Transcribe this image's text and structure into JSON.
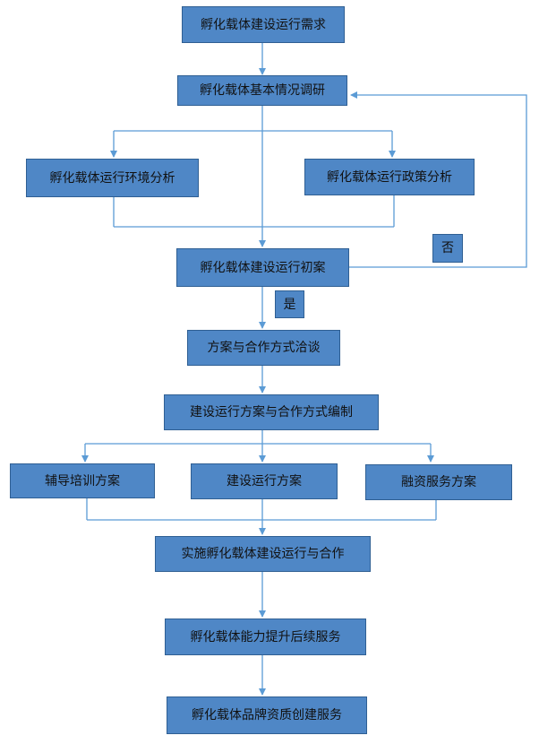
{
  "diagram": {
    "nodes": {
      "requirements": "孵化载体建设运行需求",
      "survey": "孵化载体基本情况调研",
      "env_analysis": "孵化载体运行环境分析",
      "policy_analysis": "孵化载体运行政策分析",
      "draft_plan": "孵化载体建设运行初案",
      "negotiation": "方案与合作方式洽谈",
      "compile_plan": "建设运行方案与合作方式编制",
      "coaching_plan": "辅导培训方案",
      "operation_plan": "建设运行方案",
      "financing_plan": "融资服务方案",
      "implement": "实施孵化载体建设运行与合作",
      "capacity": "孵化载体能力提升后续服务",
      "brand": "孵化载体品牌资质创建服务"
    },
    "decision_labels": {
      "no": "否",
      "yes": "是"
    }
  },
  "colors": {
    "box_fill": "#4F87C6",
    "box_border": "#2F5F93",
    "connector": "#5B9BD5"
  }
}
